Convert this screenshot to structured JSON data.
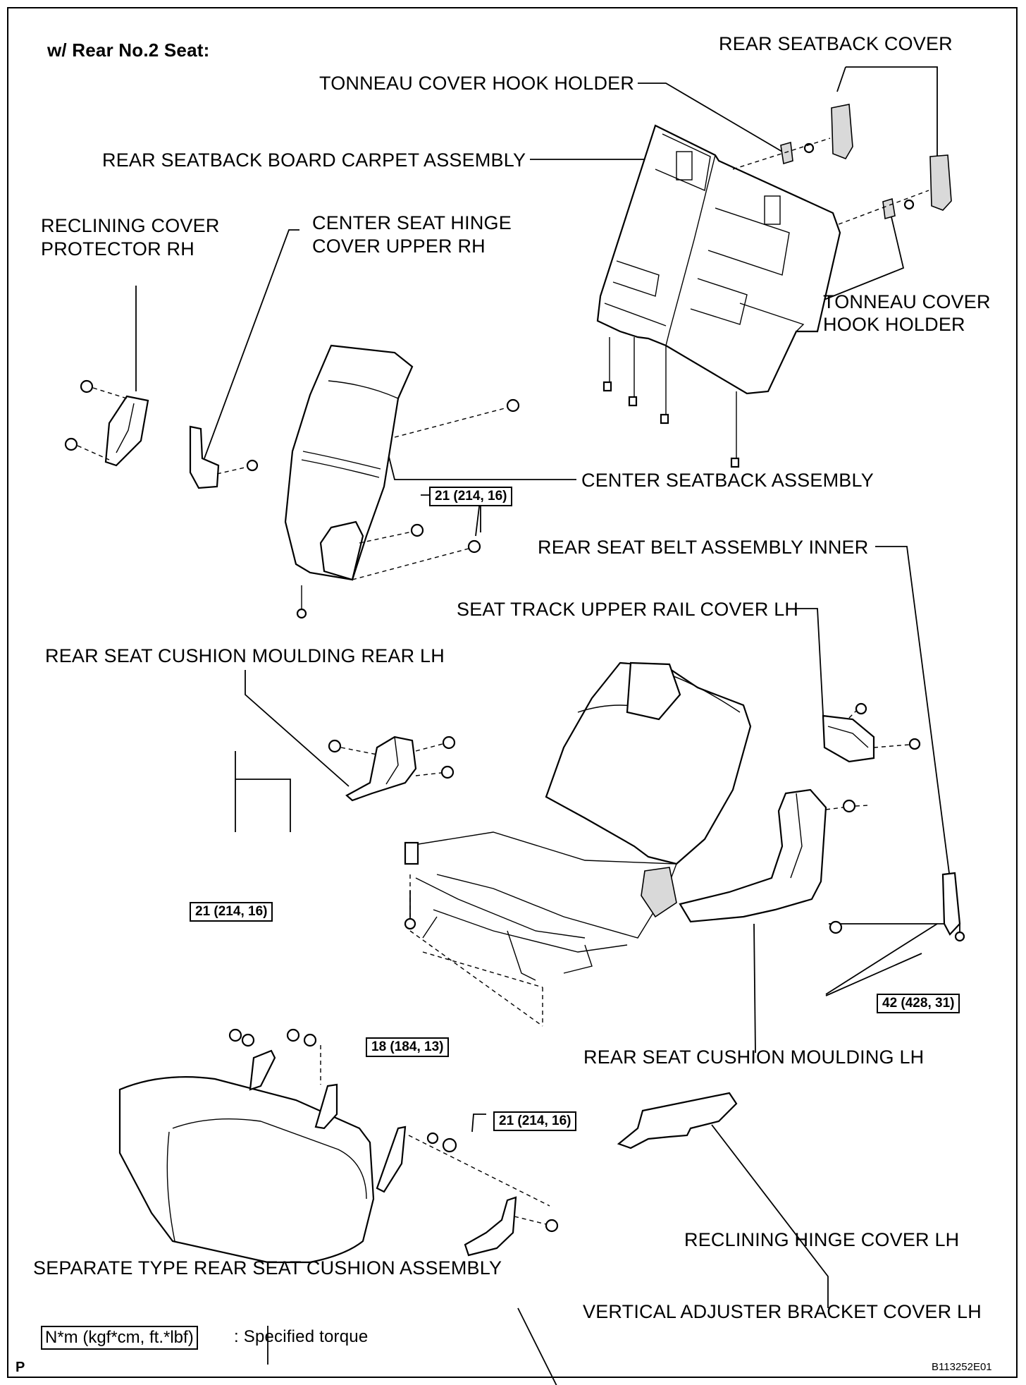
{
  "heading": "w/ Rear No.2 Seat:",
  "labels": {
    "rear_seatback_cover": "REAR SEATBACK COVER",
    "tonneau_hook_holder_top": "TONNEAU COVER HOOK HOLDER",
    "board_carpet": "REAR SEATBACK BOARD CARPET ASSEMBLY",
    "reclining_cover_protector_1": "RECLINING COVER",
    "reclining_cover_protector_2": "PROTECTOR RH",
    "center_hinge_cover_1": "CENTER SEAT HINGE",
    "center_hinge_cover_2": "COVER UPPER RH",
    "tonneau_hook_holder_right_1": "TONNEAU COVER",
    "tonneau_hook_holder_right_2": "HOOK HOLDER",
    "center_seatback": "CENTER SEATBACK ASSEMBLY",
    "seat_belt_inner": "REAR SEAT BELT ASSEMBLY INNER",
    "upper_rail_cover": "SEAT TRACK UPPER RAIL COVER LH",
    "cushion_moulding_rear": "REAR SEAT CUSHION MOULDING REAR LH",
    "cushion_moulding_lh": "REAR SEAT CUSHION MOULDING LH",
    "reclining_hinge_cover": "RECLINING HINGE COVER LH",
    "separate_cushion": "SEPARATE TYPE REAR SEAT CUSHION ASSEMBLY",
    "vertical_adjuster_cover": "VERTICAL ADJUSTER BRACKET COVER LH"
  },
  "torques": {
    "t1": "21 (214, 16)",
    "t2": "21 (214, 16)",
    "t3": "21 (214, 16)",
    "t4": "18 (184, 13)",
    "t5": "42 (428, 31)"
  },
  "legend": {
    "box": "N*m (kgf*cm, ft.*lbf)",
    "text": ": Specified torque"
  },
  "footer": {
    "left": "P",
    "right": "B113252E01"
  }
}
